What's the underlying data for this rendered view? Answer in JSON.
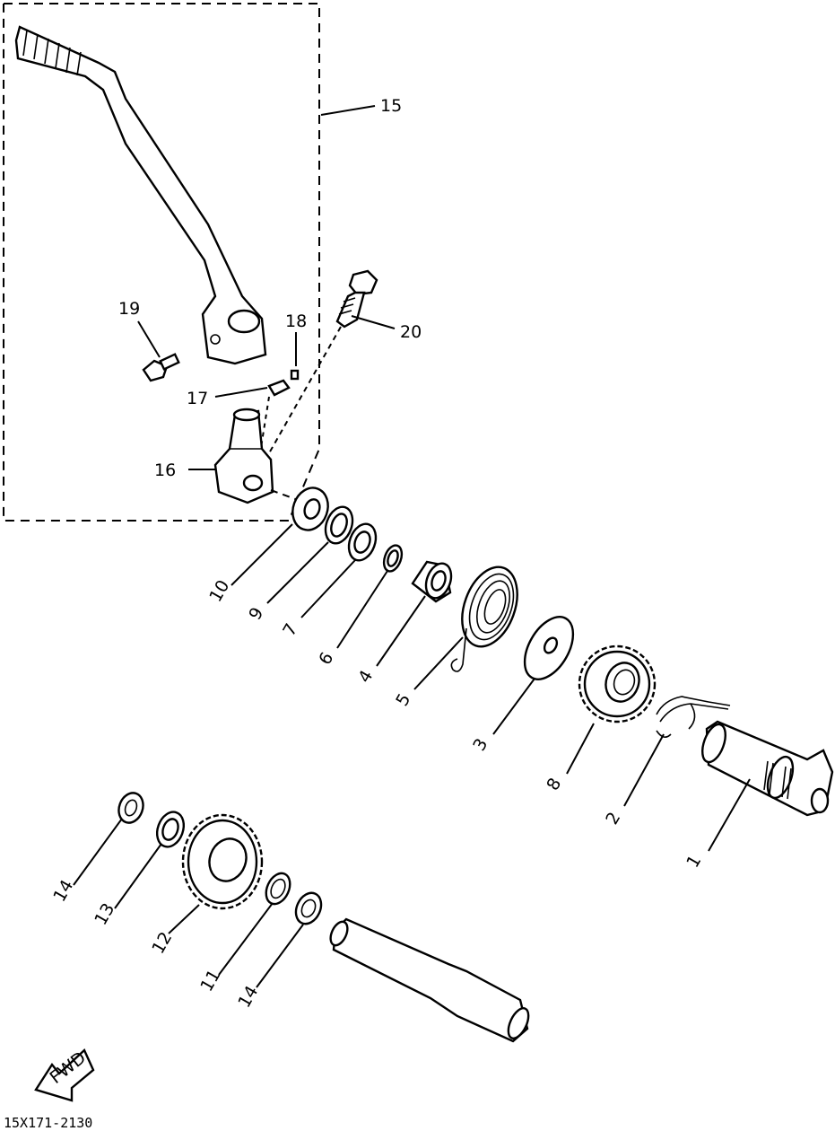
{
  "diagram": {
    "callouts": [
      "1",
      "2",
      "3",
      "4",
      "5",
      "6",
      "7",
      "8",
      "9",
      "10",
      "11",
      "12",
      "13",
      "14",
      "14",
      "15",
      "16",
      "17",
      "18",
      "19",
      "20"
    ],
    "fwd_label": "FWD",
    "drawing_code": "15X171-2130"
  }
}
